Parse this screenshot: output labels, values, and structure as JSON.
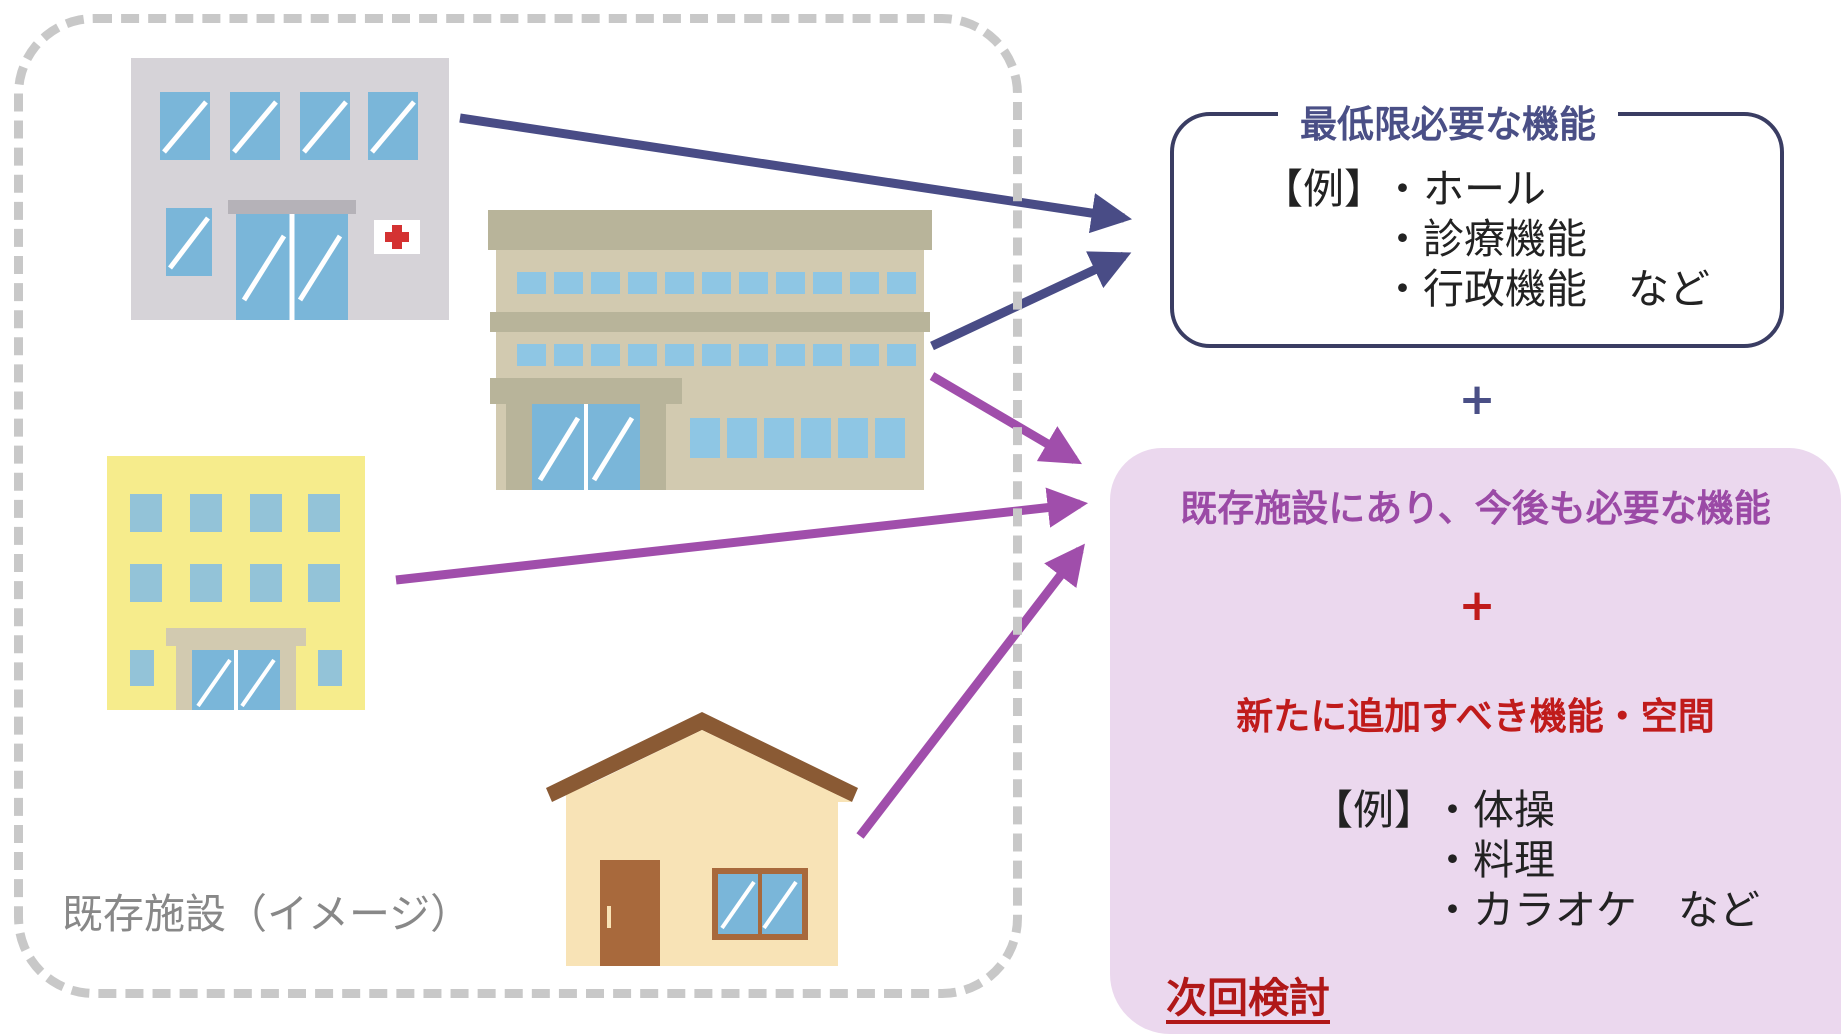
{
  "existing_group": {
    "label": "既存施設（イメージ）"
  },
  "buildings": {
    "clinic": "building-clinic-icon",
    "office": "building-office-icon",
    "apartment": "building-apartment-icon",
    "house": "house-icon"
  },
  "minimum_functions": {
    "title": "最低限必要な機能",
    "example_label": "【例】",
    "items": [
      "・ホール",
      "・診療機能",
      "・行政機能　など"
    ]
  },
  "plus_symbol": "+",
  "existing_needed": {
    "title": "既存施設にあり、今後も必要な機能"
  },
  "new_functions": {
    "title": "新たに追加すべき機能・空間",
    "example_label": "【例】",
    "items": [
      "・体操",
      "・料理",
      "・カラオケ　など"
    ]
  },
  "next_review": "次回検討",
  "colors": {
    "navy_arrow": "#494c86",
    "purple_arrow": "#a04eab",
    "pink_panel": "#ebd8ee",
    "red_text": "#c01b1b",
    "purple_text": "#9b4aa6"
  }
}
